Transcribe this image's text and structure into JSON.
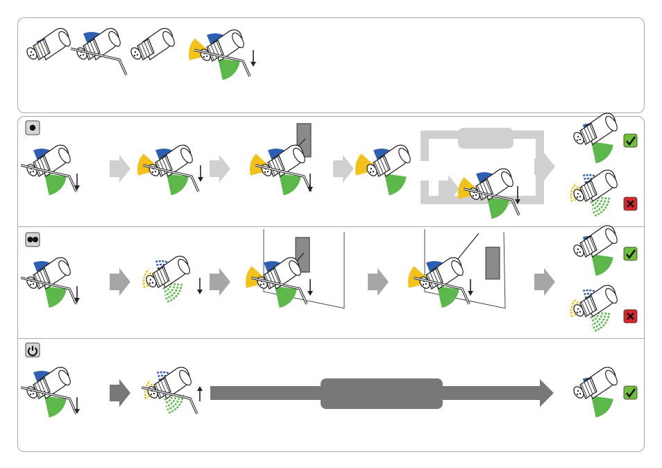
{
  "rows": [
    {
      "id": "assembly-row"
    },
    {
      "id": "mode-one-dot-row",
      "mode_icon": "single-dot-icon"
    },
    {
      "id": "mode-two-dots-row",
      "mode_icon": "double-dot-icon"
    },
    {
      "id": "mode-power-row",
      "mode_icon": "power-icon"
    }
  ],
  "results": {
    "ok": "checkmark-icon",
    "fail": "cross-icon"
  },
  "colors": {
    "blue": "#2f5fb3",
    "green": "#5cb84a",
    "yellow": "#f2c21b",
    "ok": "#6fbf3a",
    "fail": "#d9262d",
    "arrow_light": "#d0d0d0",
    "arrow_mid": "#a6a6a6",
    "arrow_dark": "#787878",
    "text": "#222222"
  }
}
